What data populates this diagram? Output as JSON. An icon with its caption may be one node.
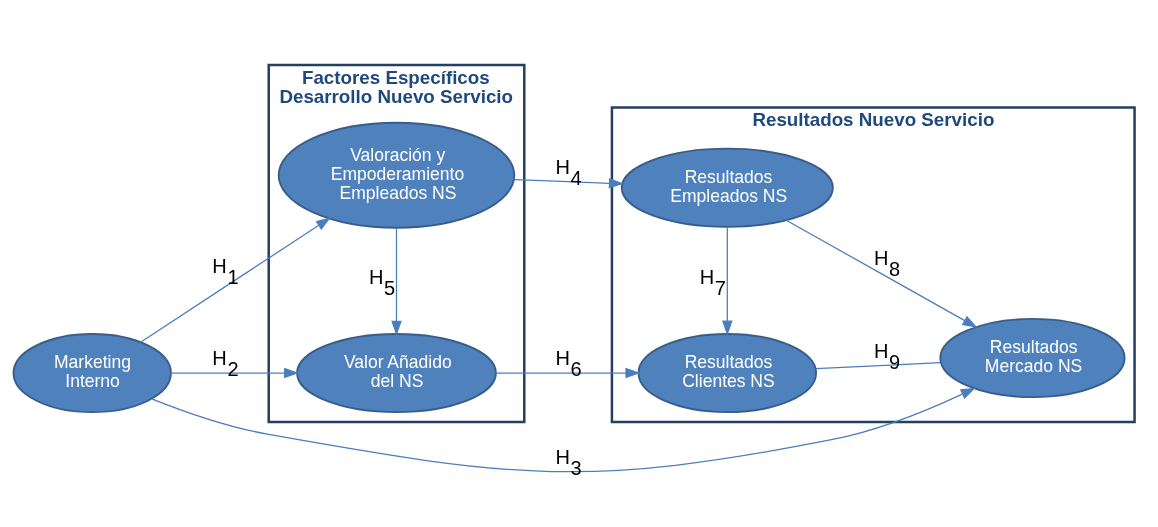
{
  "diagram": {
    "nodes": [
      {
        "text": [
          "Marketing Interno"
        ]
      },
      {
        "text": [
          "Factores Específicos Desarrollo Nuevo Servicio"
        ]
      },
      {
        "text": [
          "Valoración y Empoderamiento Empleados NS"
        ],
        "in": 1
      },
      {
        "text": [
          "Valor Añadido del NS"
        ],
        "in": 1
      },
      {
        "text": [
          "Resultados Nuevo Servicio"
        ]
      },
      {
        "text": [
          "Resultados Empleados NS"
        ],
        "in": 4
      },
      {
        "text": [
          "Resultados Clientes NS"
        ],
        "in": 4
      },
      {
        "text": [
          "Resultados Mercado NS"
        ],
        "in": 4
      }
    ],
    "edges": [
      {
        "from": 0,
        "to": 2,
        "arrow": "to",
        "label": "H$_{1}$"
      },
      {
        "from": 0,
        "to": 3,
        "arrow": "to",
        "label": "H$_{2}$"
      },
      {
        "from": 0,
        "to": 7,
        "arrow": "to",
        "label": "H$_{3}$"
      },
      {
        "from": 2,
        "to": 5,
        "arrow": "to",
        "label": "H$_{4}$"
      },
      {
        "from": 2,
        "to": 3,
        "arrow": "to",
        "label": "H$_{5}$"
      },
      {
        "from": 3,
        "to": 6,
        "arrow": "to",
        "label": "H$_{6}$"
      },
      {
        "from": 5,
        "to": 6,
        "arrow": "to",
        "label": "H$_{7}$"
      },
      {
        "from": 5,
        "to": 7,
        "arrow": "to",
        "label": "H$_{8}$"
      },
      {
        "from": 6,
        "to": 7,
        "arrow": "none",
        "label": "H$_{9}$"
      }
    ]
  }
}
